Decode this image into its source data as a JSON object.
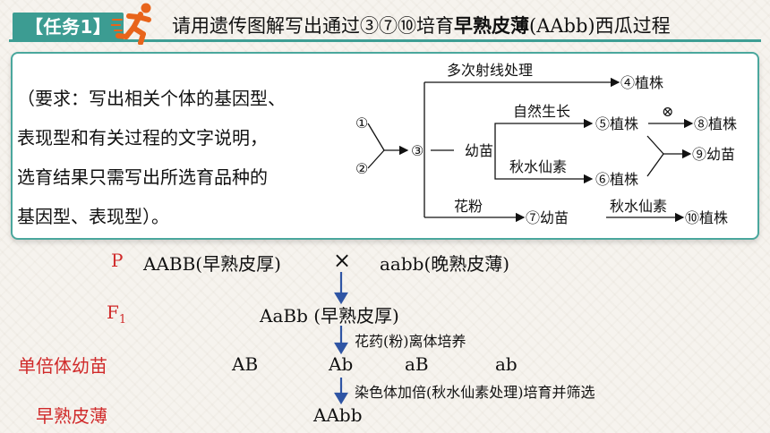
{
  "header": {
    "badge": "【任务1】",
    "title_prefix": "请用遗传图解写出通过③⑦⑩培育",
    "title_bold": "早熟皮薄",
    "title_suffix": "(AAbb)西瓜过程"
  },
  "requirement": {
    "lines": [
      "（要求：写出相关个体的基因型、",
      "表现型和有关过程的文字说明，",
      "选育结果只需写出所选育品种的",
      "基因型、表现型）。"
    ]
  },
  "diagram": {
    "start1": "①",
    "start2": "②",
    "mid": "③",
    "branch_top_label": "多次射线处理",
    "plant4": "④植株",
    "natural": "自然生长",
    "seedling": "幼苗",
    "plant5": "⑤植株",
    "self_symbol": "⊗",
    "plant8": "⑧植株",
    "seedling9": "⑨幼苗",
    "colchicine": "秋水仙素",
    "plant6": "⑥植株",
    "pollen": "花粉",
    "seedling7": "⑦幼苗",
    "colchicine2": "秋水仙素",
    "plant10": "⑩植株"
  },
  "cross": {
    "p_label": "P",
    "parent1": "AABB(早熟皮厚)",
    "times": "×",
    "parent2": "aabb(晚熟皮薄)",
    "f1_label": "F",
    "f1_sub": "1",
    "f1": "AaBb (早熟皮厚)",
    "step1": "花药(粉)离体培养",
    "haploid_label": "单倍体幼苗",
    "gametes": [
      "AB",
      "Ab",
      "aB",
      "ab"
    ],
    "step2": "染色体加倍(秋水仙素处理)培育并筛选",
    "result_label": "早熟皮薄",
    "result": "AAbb"
  },
  "colors": {
    "accent": "#3c9c92",
    "label_red": "#d02a2a",
    "arrow_blue": "#2f55a4"
  },
  "icons": {
    "runner": "running-person-icon"
  }
}
